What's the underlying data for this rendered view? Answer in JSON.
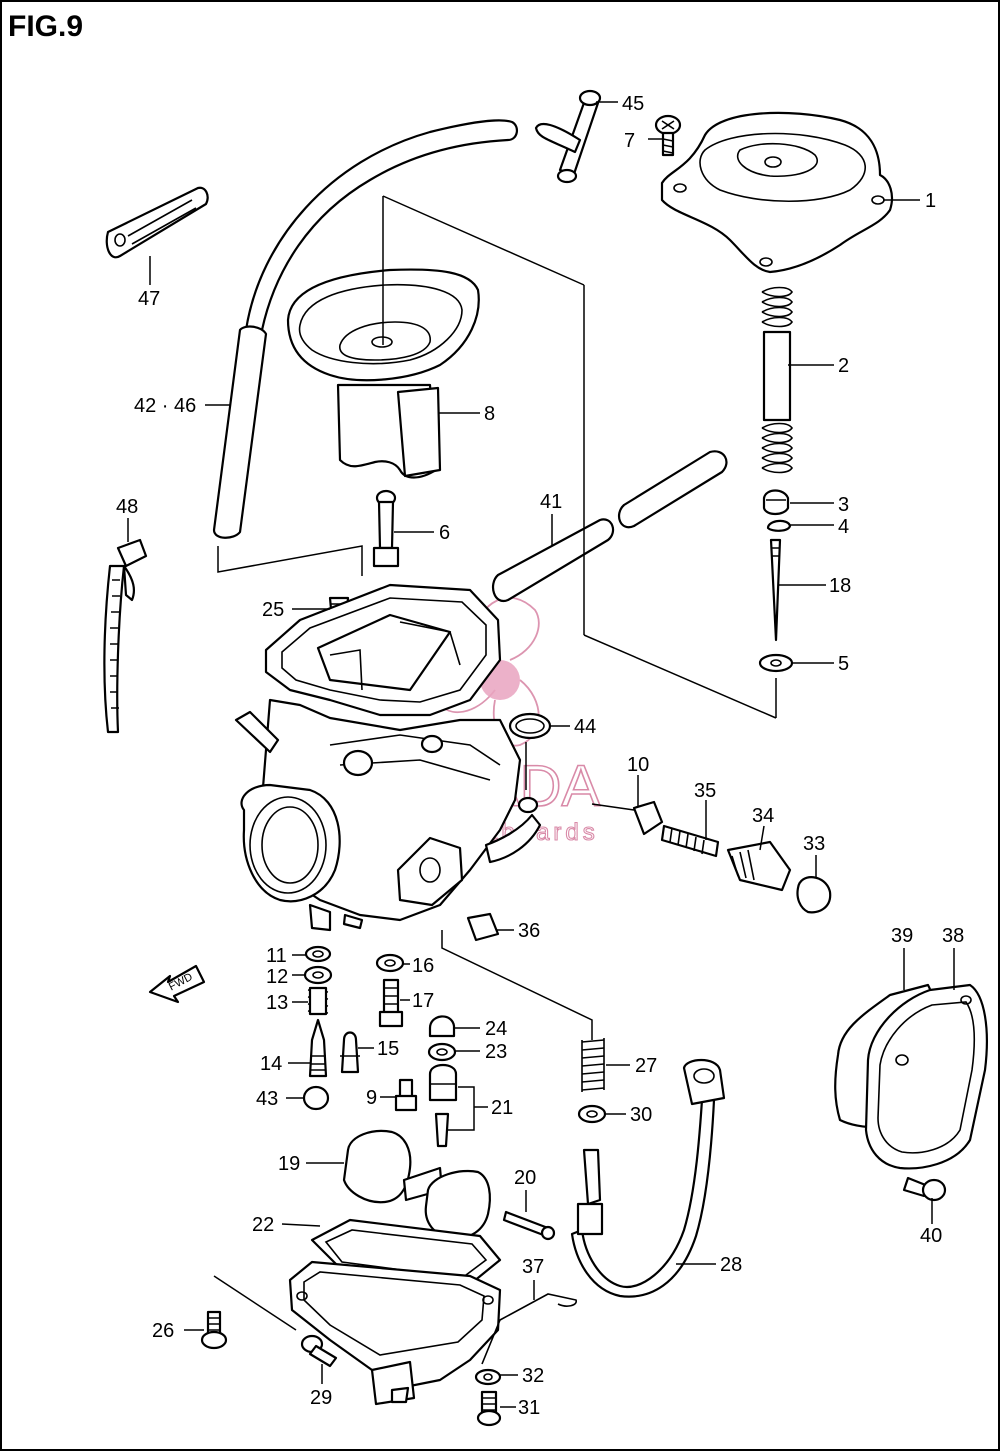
{
  "figure_title": "FIG.9",
  "direction_marker": "FWD",
  "watermark": {
    "brand": "ARMADA",
    "tagline": "marine outboards",
    "color": "#d98aa8"
  },
  "callouts": {
    "c1": "1",
    "c2": "2",
    "c3": "3",
    "c4": "4",
    "c5": "5",
    "c6": "6",
    "c7": "7",
    "c8": "8",
    "c9": "9",
    "c10": "10",
    "c11": "11",
    "c12": "12",
    "c13": "13",
    "c14": "14",
    "c15": "15",
    "c16": "16",
    "c17": "17",
    "c18": "18",
    "c19": "19",
    "c20": "20",
    "c21": "21",
    "c22": "22",
    "c23": "23",
    "c24": "24",
    "c25": "25",
    "c26": "26",
    "c27": "27",
    "c28": "28",
    "c29": "29",
    "c30": "30",
    "c31": "31",
    "c32": "32",
    "c33": "33",
    "c34": "34",
    "c35": "35",
    "c36": "36",
    "c37": "37",
    "c38": "38",
    "c39": "39",
    "c40": "40",
    "c41": "41",
    "c42_46": "42 · 46",
    "c43": "43",
    "c44": "44",
    "c45": "45",
    "c47": "47",
    "c48": "48"
  }
}
